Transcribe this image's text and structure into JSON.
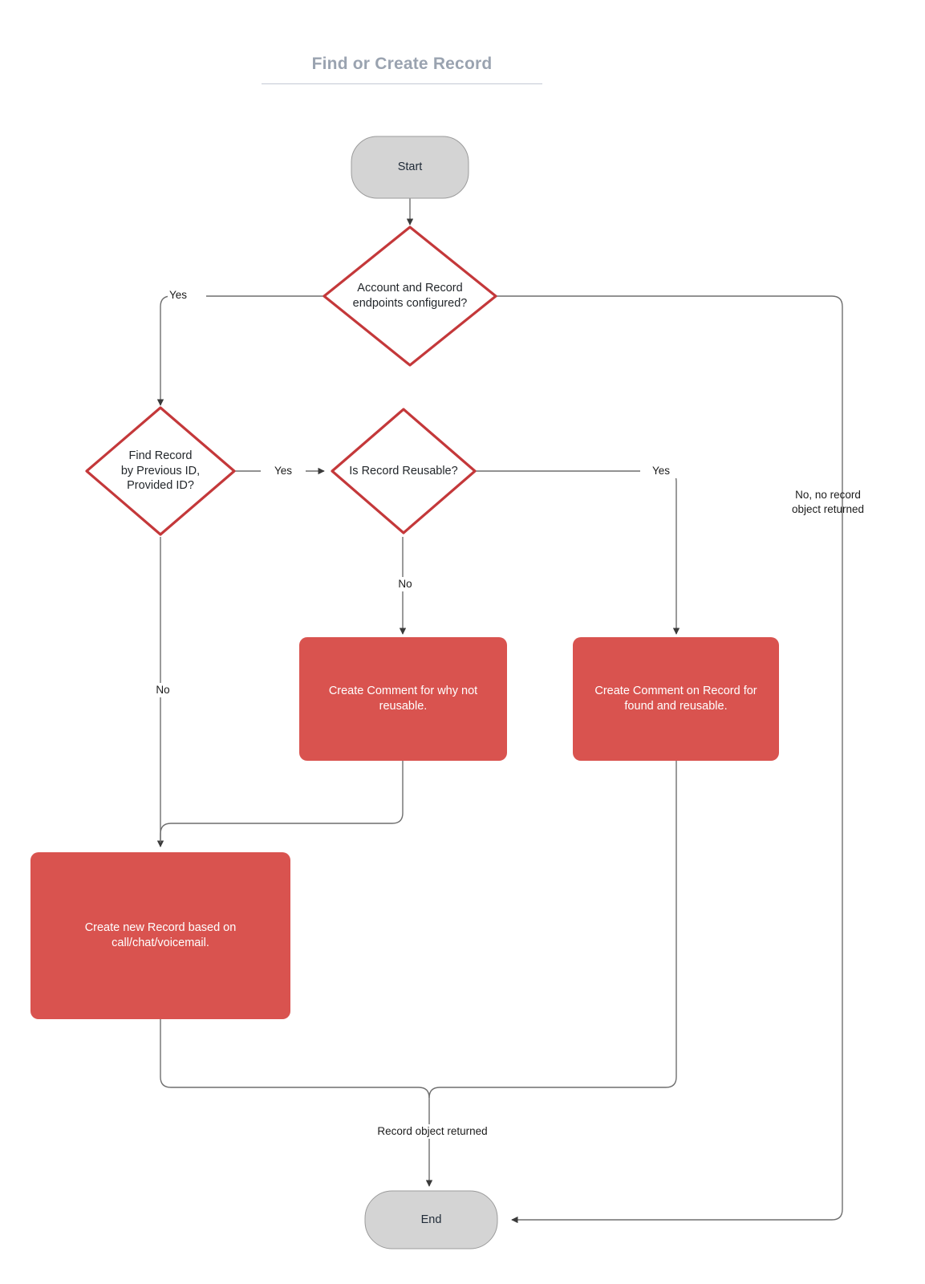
{
  "diagram": {
    "title": "Find or Create Record",
    "type": "flowchart",
    "colors": {
      "terminal_fill": "#d4d4d4",
      "terminal_stroke": "#9b9b9b",
      "terminal_text": "#1f2a37",
      "decision_fill": "#ffffff",
      "decision_stroke": "#c4383a",
      "decision_text": "#23272b",
      "process_fill": "#d9534f",
      "process_text": "#ffffff",
      "edge_stroke": "#6f6f6f",
      "title_text": "#9aa3b0",
      "background": "#ffffff"
    },
    "nodes": [
      {
        "id": "start",
        "shape": "terminal",
        "label": "Start"
      },
      {
        "id": "endpoints",
        "shape": "decision",
        "label": "Account and Record\nendpoints configured?"
      },
      {
        "id": "find_record",
        "shape": "decision",
        "label": "Find Record\nby Previous ID,\nProvided ID?"
      },
      {
        "id": "reusable",
        "shape": "decision",
        "label": "Is Record Reusable?"
      },
      {
        "id": "comment_why_not",
        "shape": "process",
        "label": "Create Comment for why not\nreusable."
      },
      {
        "id": "comment_found",
        "shape": "process",
        "label": "Create Comment on Record for\nfound and reusable."
      },
      {
        "id": "create_record",
        "shape": "process",
        "label": "Create new Record based on\ncall/chat/voicemail."
      },
      {
        "id": "end",
        "shape": "terminal",
        "label": "End"
      }
    ],
    "edges": [
      {
        "from": "start",
        "to": "endpoints",
        "label": ""
      },
      {
        "from": "endpoints",
        "to": "find_record",
        "label": "Yes"
      },
      {
        "from": "endpoints",
        "to": "end",
        "label": "No, no record\nobject returned"
      },
      {
        "from": "find_record",
        "to": "reusable",
        "label": "Yes"
      },
      {
        "from": "find_record",
        "to": "create_record",
        "label": "No"
      },
      {
        "from": "reusable",
        "to": "comment_why_not",
        "label": "No"
      },
      {
        "from": "reusable",
        "to": "comment_found",
        "label": "Yes"
      },
      {
        "from": "comment_why_not",
        "to": "create_record",
        "label": ""
      },
      {
        "from": "comment_found",
        "to": "end",
        "label": ""
      },
      {
        "from": "create_record",
        "to": "end",
        "label": "Record object returned"
      }
    ],
    "edge_labels": {
      "endpoints_yes": "Yes",
      "endpoints_no": "No, no record\nobject returned",
      "find_yes": "Yes",
      "find_no": "No",
      "reusable_no": "No",
      "reusable_yes": "Yes",
      "record_returned": "Record object returned"
    }
  }
}
